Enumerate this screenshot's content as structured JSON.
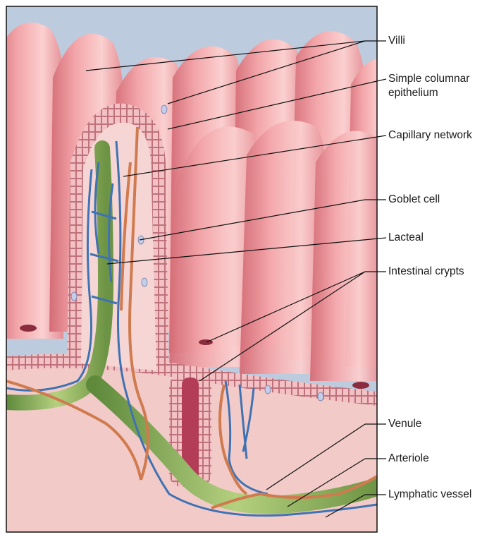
{
  "labels": {
    "villi": "Villi",
    "simple_columnar_1": "Simple columnar",
    "simple_columnar_2": "epithelium",
    "capillary_network": "Capillary network",
    "goblet_cell": "Goblet cell",
    "lacteal": "Lacteal",
    "intestinal_crypts": "Intestinal crypts",
    "venule": "Venule",
    "arteriole": "Arteriole",
    "lymphatic_vessel": "Lymphatic vessel"
  },
  "colors": {
    "background_blue": "#b9c8dc",
    "villus_pink": "#ec9a9f",
    "villus_pink_dark": "#d6777e",
    "tissue_pink": "#f1c6c4",
    "epithelium_cell": "#f0b5b8",
    "lacteal_green": "#8cab5c",
    "capillary_blue": "#3f72b3",
    "arteriole_orange": "#d07b4f",
    "crypt_red": "#a8344a",
    "frame": "#111111",
    "leader_line": "#111111"
  }
}
